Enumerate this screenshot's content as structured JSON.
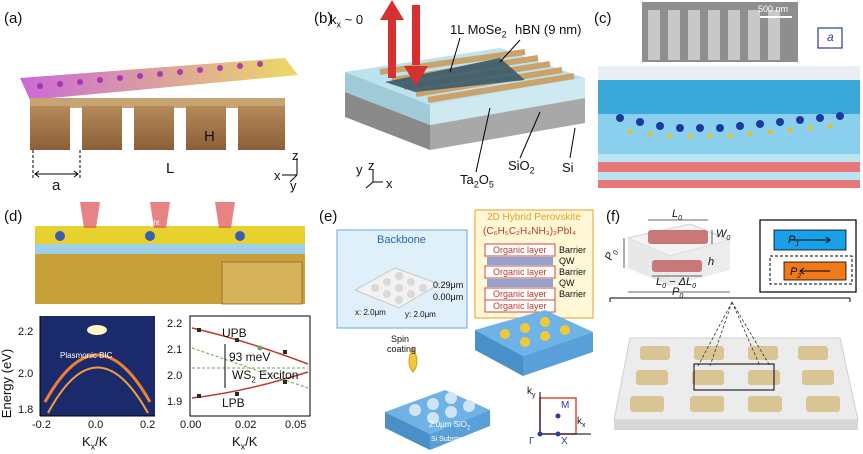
{
  "panels": {
    "a": {
      "label": "(a)",
      "dim_a": "a",
      "dim_H": "H",
      "dim_L": "L",
      "axis_x": "x",
      "axis_y": "y",
      "axis_z": "z"
    },
    "b": {
      "label": "(b)",
      "k_label": "k",
      "k_sub": "x",
      "k_rest": " ~ 0",
      "layer_mose2": "1L MoSe",
      "layer_mose2_sub": "2",
      "layer_hbn": "hBN (9 nm)",
      "layer_ta2o5_a": "Ta",
      "layer_ta2o5_sub1": "2",
      "layer_ta2o5_b": "O",
      "layer_ta2o5_sub2": "5",
      "layer_sio2": "SiO",
      "layer_sio2_sub": "2",
      "layer_si": "Si",
      "axis_y": "y",
      "axis_z": "z",
      "axis_x": "x"
    },
    "c": {
      "label": "(c)",
      "scalebar": "500 nm",
      "inset_a": "a"
    },
    "d": {
      "label": "(d)",
      "light_label": "Light",
      "map_label": "Plasmonic BIC",
      "ylabel": "Energy (eV)",
      "xlabel_left": "K",
      "xlabel_left_sub": "x",
      "xlabel_left_rest": "/K",
      "xlabel_right": "K",
      "xlabel_right_sub": "x",
      "xlabel_right_rest": "/K",
      "yticks": [
        "2.2",
        "2.0",
        "1.8"
      ],
      "xticks_left": [
        "-0.2",
        "0.0",
        "0.2"
      ],
      "yticks_right": [
        "2.2",
        "2.1",
        "2.0",
        "1.9"
      ],
      "xticks_right": [
        "0.00",
        "0.02",
        "0.05"
      ],
      "upb": "UPB",
      "lpb": "LPB",
      "rabi": "93 meV",
      "exciton": "WS",
      "exciton_sub": "2",
      "exciton_rest": " Exciton"
    },
    "e": {
      "label": "(e)",
      "backbone": "Backbone",
      "height_top": "0.29μm",
      "height_bottom": "0.00μm",
      "x_dim": "x: 2.0μm",
      "y_dim": "y: 2.0μm",
      "spin": "Spin",
      "coating": "coating",
      "substrate_a": "2.0μm SiO",
      "substrate_sub": "2",
      "substrate_b": "Si Substrate",
      "perovskite_title": "2D Hybrid Perovskite",
      "formula": "(C₆H₅C₂H₄NH₃)₂PbI₄",
      "layers": [
        "Organic layer",
        "Organic layer",
        "Organic layer",
        "Organic layer"
      ],
      "layer_roles": [
        "Barrier",
        "QW",
        "Barrier",
        "QW",
        "Barrier"
      ],
      "bz_ky": "k",
      "bz_ky_sub": "y",
      "bz_kx": "k",
      "bz_kx_sub": "x",
      "bz_M": "M",
      "bz_Gamma": "Γ",
      "bz_X": "X"
    },
    "f": {
      "label": "(f)",
      "L0": "L",
      "L0_sub": "0",
      "W0": "W",
      "W0_sub": "0",
      "P0_side": "P",
      "P0_side_sub": "0",
      "h": "h",
      "L0dL": "L",
      "L0dL_sub": "0",
      "L0dL_rest": " − ΔL",
      "L0dL_sub2": "0",
      "P0_bottom": "P",
      "P0_bottom_sub": "0",
      "p1": "P",
      "p1_sub": "1",
      "p2": "P",
      "p2_sub": "2"
    }
  },
  "colors": {
    "upb_line": "#c0392b",
    "exciton_line": "#6aa84f",
    "p1_fill": "#1aa0e8",
    "p2_fill": "#f07a1a",
    "bz_square": "#d94a3a",
    "perovskite_title": "#e8a020"
  }
}
